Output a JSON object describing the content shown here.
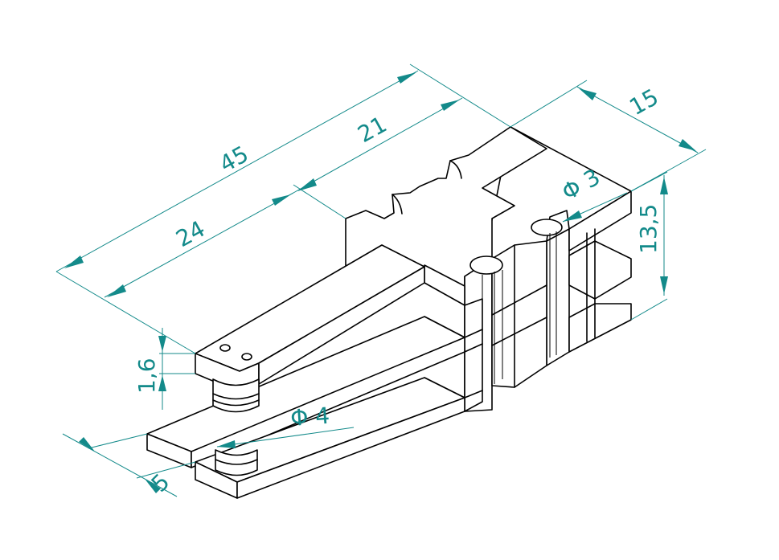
{
  "colors": {
    "dimension": "#138a8a",
    "outline": "#000000",
    "background": "#ffffff"
  },
  "dimensions": {
    "overall_length": "45",
    "upper_length": "21",
    "lower_length": "24",
    "width": "15",
    "height": "13,5",
    "plate_thickness": "1,6",
    "offset": "5",
    "hole_diameter_small": "Φ 3",
    "pin_diameter": "Φ 4"
  }
}
